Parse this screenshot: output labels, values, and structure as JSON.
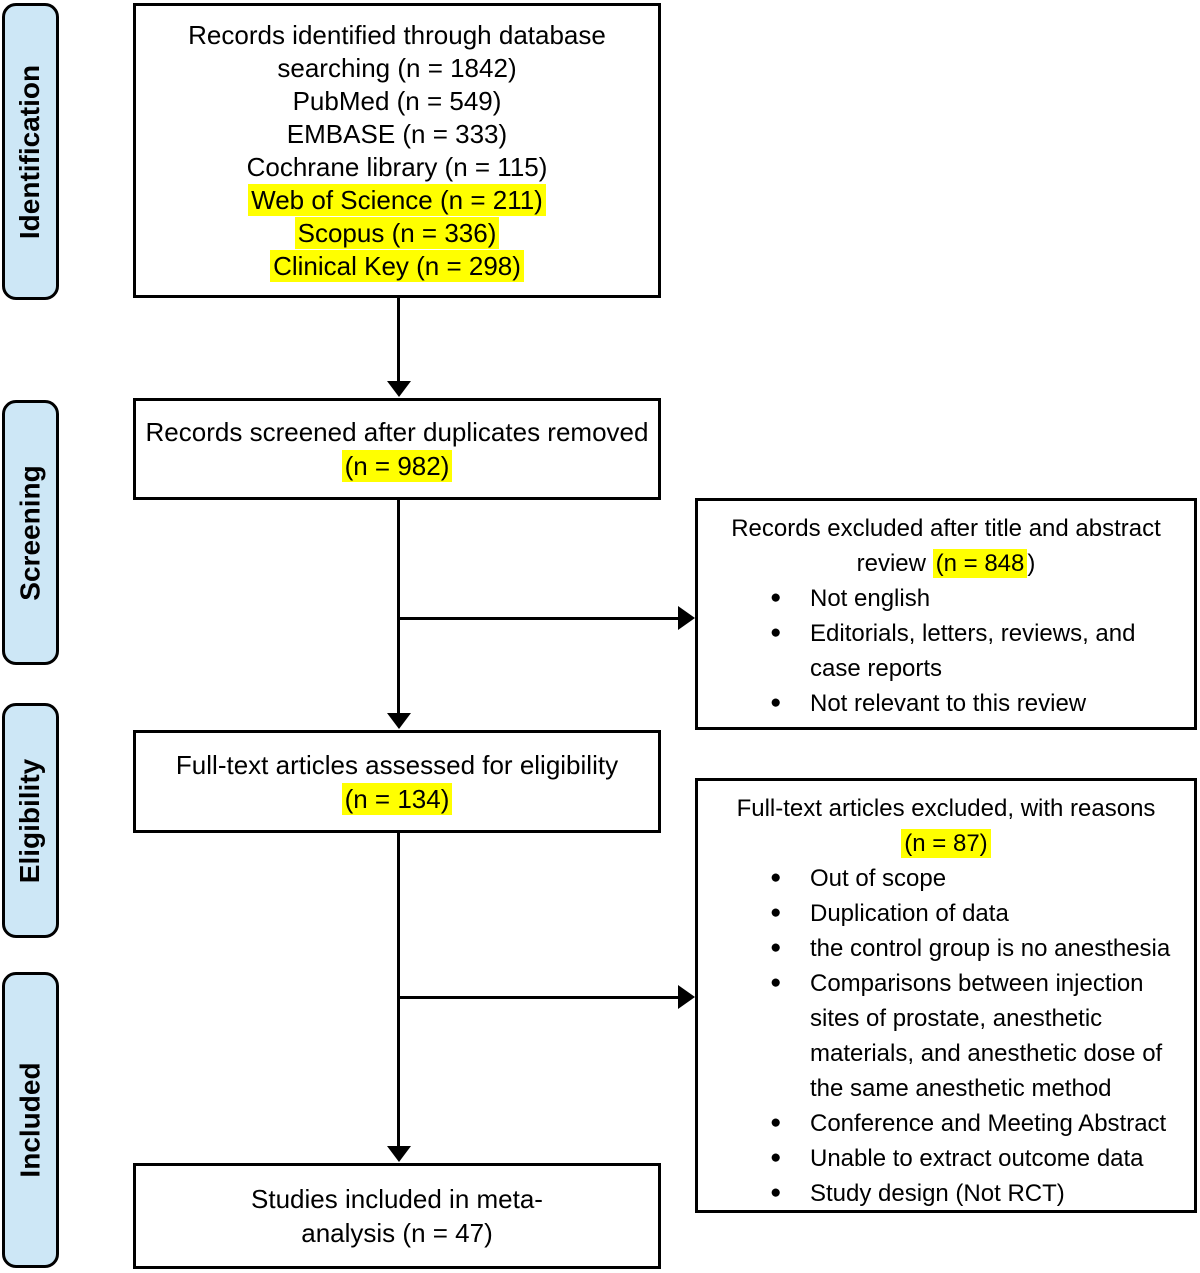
{
  "colors": {
    "highlight": "#ffff00",
    "stage_fill": "#cde7f6",
    "line": "#000000"
  },
  "icons": {
    "bullet": "●"
  },
  "stages": [
    {
      "label": "Identification"
    },
    {
      "label": "Screening"
    },
    {
      "label": "Eligibility"
    },
    {
      "label": "Included"
    }
  ],
  "identified_box": {
    "line1": "Records identified through database",
    "line2": "searching (n = 1842)",
    "sources": [
      {
        "text": "PubMed (n = 549)",
        "highlight": false
      },
      {
        "text": "EMBASE (n = 333)",
        "highlight": false
      },
      {
        "text": "Cochrane library (n = 115)",
        "highlight": false
      },
      {
        "text": "Web of Science (n = 211)",
        "highlight": true
      },
      {
        "text": "Scopus (n = 336)",
        "highlight": true
      },
      {
        "text": "Clinical Key (n = 298)",
        "highlight": true
      }
    ]
  },
  "screened_box": {
    "line1": "Records screened after duplicates removed",
    "count": "(n = 982)"
  },
  "fulltext_box": {
    "line1": "Full-text articles assessed for eligibility",
    "count": "(n = 134)"
  },
  "included_box": {
    "line1": "Studies included in meta-",
    "line2": "analysis (n = 47)"
  },
  "excluded_screening_box": {
    "title_line1": "Records excluded after title and abstract",
    "title_line2_prefix": "review ",
    "title_line2_count": "(n = 848",
    "title_line2_suffix": ")",
    "reasons": [
      "Not english",
      "Editorials, letters, reviews, and case reports",
      "Not relevant to this review"
    ]
  },
  "excluded_fulltext_box": {
    "title_line1": "Full-text articles excluded, with reasons",
    "count": "(n = 87)",
    "reasons": [
      "Out of scope",
      "Duplication of data",
      "the control group is no anesthesia",
      "Comparisons between injection sites of prostate, anesthetic materials, and anesthetic dose of the same anesthetic method",
      "Conference and Meeting Abstract",
      "Unable to extract outcome data",
      "Study design (Not RCT)"
    ]
  }
}
